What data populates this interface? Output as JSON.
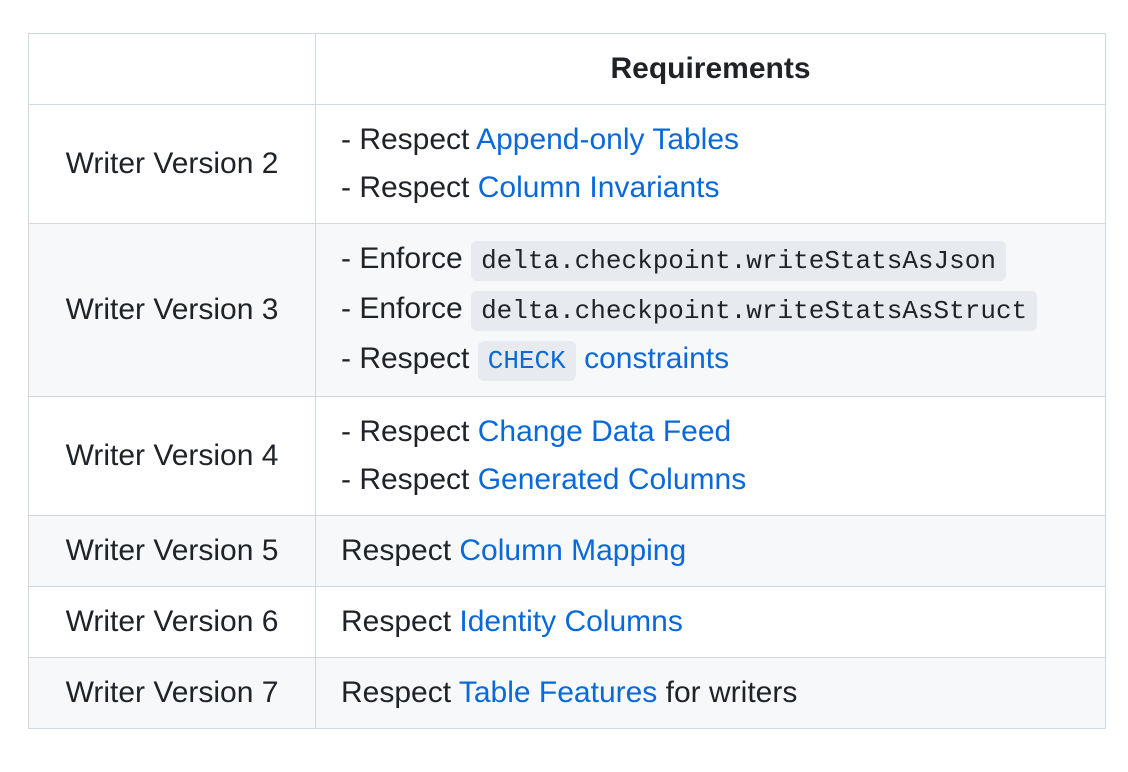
{
  "colors": {
    "border": "#d0d7de",
    "row_alt_background": "#f6f8fa",
    "text": "#1f2328",
    "link": "#0969da",
    "code_background": "rgba(175,184,193,0.2)"
  },
  "table": {
    "header": {
      "col1": "",
      "col2": "Requirements"
    },
    "rows": [
      {
        "version": "Writer Version 2",
        "lines": [
          [
            {
              "t": "text",
              "v": "- Respect "
            },
            {
              "t": "link",
              "v": "Append-only Tables"
            }
          ],
          [
            {
              "t": "text",
              "v": "- Respect "
            },
            {
              "t": "link",
              "v": "Column Invariants"
            }
          ]
        ]
      },
      {
        "version": "Writer Version 3",
        "lines": [
          [
            {
              "t": "text",
              "v": "- Enforce "
            },
            {
              "t": "code",
              "v": "delta.checkpoint.writeStatsAsJson"
            }
          ],
          [
            {
              "t": "text",
              "v": "- Enforce "
            },
            {
              "t": "code",
              "v": "delta.checkpoint.writeStatsAsStruct"
            }
          ],
          [
            {
              "t": "text",
              "v": "- Respect "
            },
            {
              "t": "code_link",
              "v": "CHECK"
            },
            {
              "t": "text",
              "v": " "
            },
            {
              "t": "link",
              "v": "constraints"
            }
          ]
        ]
      },
      {
        "version": "Writer Version 4",
        "lines": [
          [
            {
              "t": "text",
              "v": "- Respect "
            },
            {
              "t": "link",
              "v": "Change Data Feed"
            }
          ],
          [
            {
              "t": "text",
              "v": "- Respect "
            },
            {
              "t": "link",
              "v": "Generated Columns"
            }
          ]
        ]
      },
      {
        "version": "Writer Version 5",
        "lines": [
          [
            {
              "t": "text",
              "v": "Respect "
            },
            {
              "t": "link",
              "v": "Column Mapping"
            }
          ]
        ]
      },
      {
        "version": "Writer Version 6",
        "lines": [
          [
            {
              "t": "text",
              "v": "Respect "
            },
            {
              "t": "link",
              "v": "Identity Columns"
            }
          ]
        ]
      },
      {
        "version": "Writer Version 7",
        "lines": [
          [
            {
              "t": "text",
              "v": "Respect "
            },
            {
              "t": "link",
              "v": "Table Features"
            },
            {
              "t": "text",
              "v": " for writers"
            }
          ]
        ]
      }
    ]
  }
}
